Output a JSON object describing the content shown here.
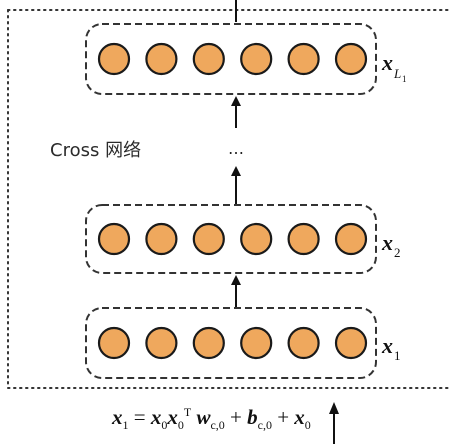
{
  "diagram": {
    "cross_network_label": "Cross 网络",
    "ellipsis": "…",
    "layers": [
      {
        "id": "x_L1",
        "var": "x",
        "sub": "L",
        "subsub": "1",
        "nodes": 6,
        "color": "#efa85d"
      },
      {
        "id": "x_2",
        "var": "x",
        "sub": "2",
        "subsub": "",
        "nodes": 6,
        "color": "#efa85d"
      },
      {
        "id": "x_1",
        "var": "x",
        "sub": "1",
        "subsub": "",
        "nodes": 6,
        "color": "#efa85d"
      }
    ],
    "formula": {
      "lhs": "x",
      "lhs_sub": "1",
      "eq": "=",
      "t1_a": "x",
      "t1_a_sub": "0",
      "t1_b": "x",
      "t1_b_sub": "0",
      "t1_b_sup": "T",
      "t1_c": "w",
      "t1_c_sub": "c,0",
      "plus1": "+",
      "t2": "b",
      "t2_sub": "c,0",
      "plus2": "+",
      "t3": "x",
      "t3_sub": "0"
    }
  }
}
